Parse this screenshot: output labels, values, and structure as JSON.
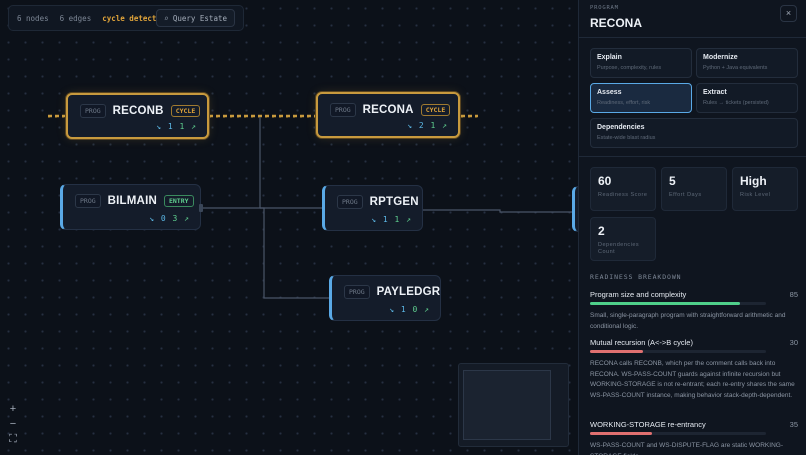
{
  "toolbar": {
    "nodes": "6 nodes",
    "edges": "6 edges",
    "cycle": "cycle detected",
    "query_button": "Query Estate"
  },
  "nodes": [
    {
      "id": "RECONB",
      "kind": "PROG",
      "badge": "CYCLE",
      "in": "1",
      "out": "1",
      "cycle": true
    },
    {
      "id": "RECONA",
      "kind": "PROG",
      "badge": "CYCLE",
      "in": "2",
      "out": "1",
      "cycle": true
    },
    {
      "id": "BILMAIN",
      "kind": "PROG",
      "badge": "ENTRY",
      "in": "0",
      "out": "3",
      "cycle": false
    },
    {
      "id": "RPTGEN",
      "kind": "PROG",
      "badge": "",
      "in": "1",
      "out": "1",
      "cycle": false
    },
    {
      "id": "PAYLEDGR",
      "kind": "PROG",
      "badge": "",
      "in": "1",
      "out": "0",
      "cycle": false
    }
  ],
  "zoom": {
    "in": "+",
    "out": "−",
    "fit": "⛶"
  },
  "panel": {
    "kicker": "PROGRAM",
    "title": "RECONA",
    "close": "×",
    "actions": [
      {
        "label": "Explain",
        "sub": "Purpose, complexity, rules"
      },
      {
        "label": "Modernize",
        "sub": "Python + Java equivalents"
      },
      {
        "label": "Assess",
        "sub": "Readiness, effort, risk"
      },
      {
        "label": "Extract",
        "sub": "Rules → tickets (persisted)"
      },
      {
        "label": "Dependencies",
        "sub": "Estate-wide blast radius"
      }
    ],
    "metrics": [
      {
        "value": "60",
        "label": "Readiness Score"
      },
      {
        "value": "5",
        "label": "Effort Days"
      },
      {
        "value": "High",
        "label": "Risk Level"
      },
      {
        "value": "2",
        "label": "Dependencies Count"
      }
    ],
    "breakdown_title": "READINESS BREAKDOWN",
    "breakdown": [
      {
        "title": "Program size and complexity",
        "score": "85",
        "level": 0.85,
        "color": "#4fcf8a",
        "desc": "Small, single-paragraph program with straightforward arithmetic and conditional logic."
      },
      {
        "title": "Mutual recursion (A<->B cycle)",
        "score": "30",
        "level": 0.3,
        "color": "#e07070",
        "desc": "RECONA calls RECONB, which per the comment calls back into RECONA. WS-PASS-COUNT guards against infinite recursion but WORKING-STORAGE is not re-entrant; each re-entry shares the same WS-PASS-COUNT instance, making behavior stack-depth-dependent."
      },
      {
        "title": "WORKING-STORAGE re-entrancy",
        "score": "35",
        "level": 0.35,
        "color": "#e07070",
        "desc": "WS-PASS-COUNT and WS-DISPUTE-FLAG are static WORKING-STORAGE fields"
      }
    ]
  }
}
